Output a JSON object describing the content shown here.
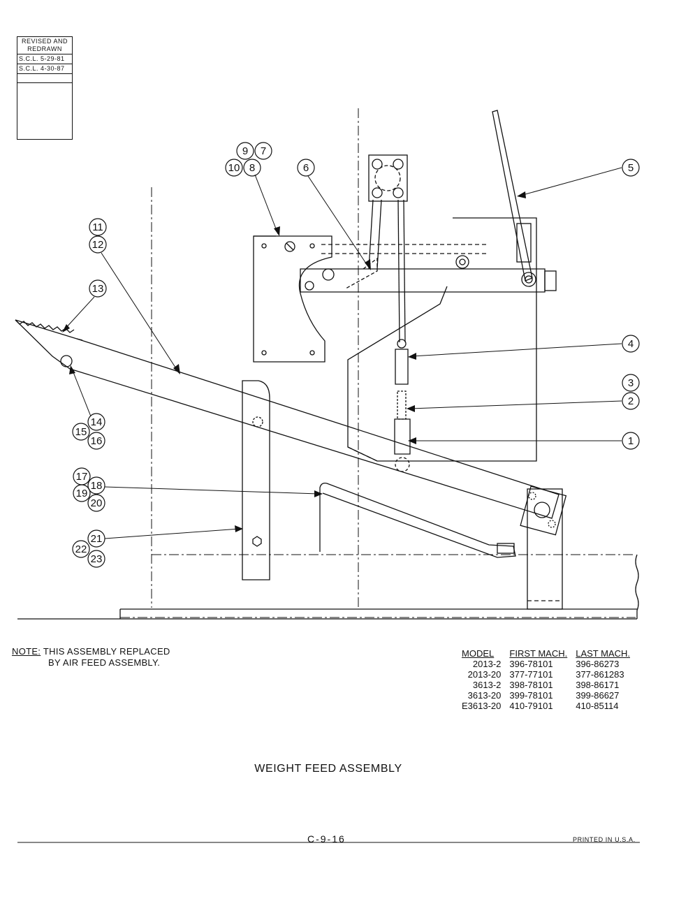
{
  "revision_box": {
    "header": "REVISED AND REDRAWN",
    "rows": [
      "S.C.L. 5-29-81",
      "S.C.L. 4-30-87"
    ]
  },
  "callouts": [
    "1",
    "2",
    "3",
    "4",
    "5",
    "6",
    "7",
    "8",
    "9",
    "10",
    "11",
    "12",
    "13",
    "14",
    "15",
    "16",
    "17",
    "18",
    "19",
    "20",
    "21",
    "22",
    "23"
  ],
  "note": {
    "label": "NOTE:",
    "line1": "THIS ASSEMBLY REPLACED",
    "line2": "BY AIR FEED ASSEMBLY."
  },
  "model_table": {
    "headers": [
      "MODEL",
      "FIRST MACH.",
      "LAST MACH."
    ],
    "rows": [
      [
        "2013-2",
        "396-78101",
        "396-86273"
      ],
      [
        "2013-20",
        "377-77101",
        "377-861283"
      ],
      [
        "3613-2",
        "398-78101",
        "398-86171"
      ],
      [
        "3613-20",
        "399-78101",
        "399-86627"
      ],
      [
        "E3613-20",
        "410-79101",
        "410-85114"
      ]
    ]
  },
  "title": "WEIGHT FEED ASSEMBLY",
  "page_number": "C-9-16",
  "printed": "PRINTED IN U.S.A."
}
